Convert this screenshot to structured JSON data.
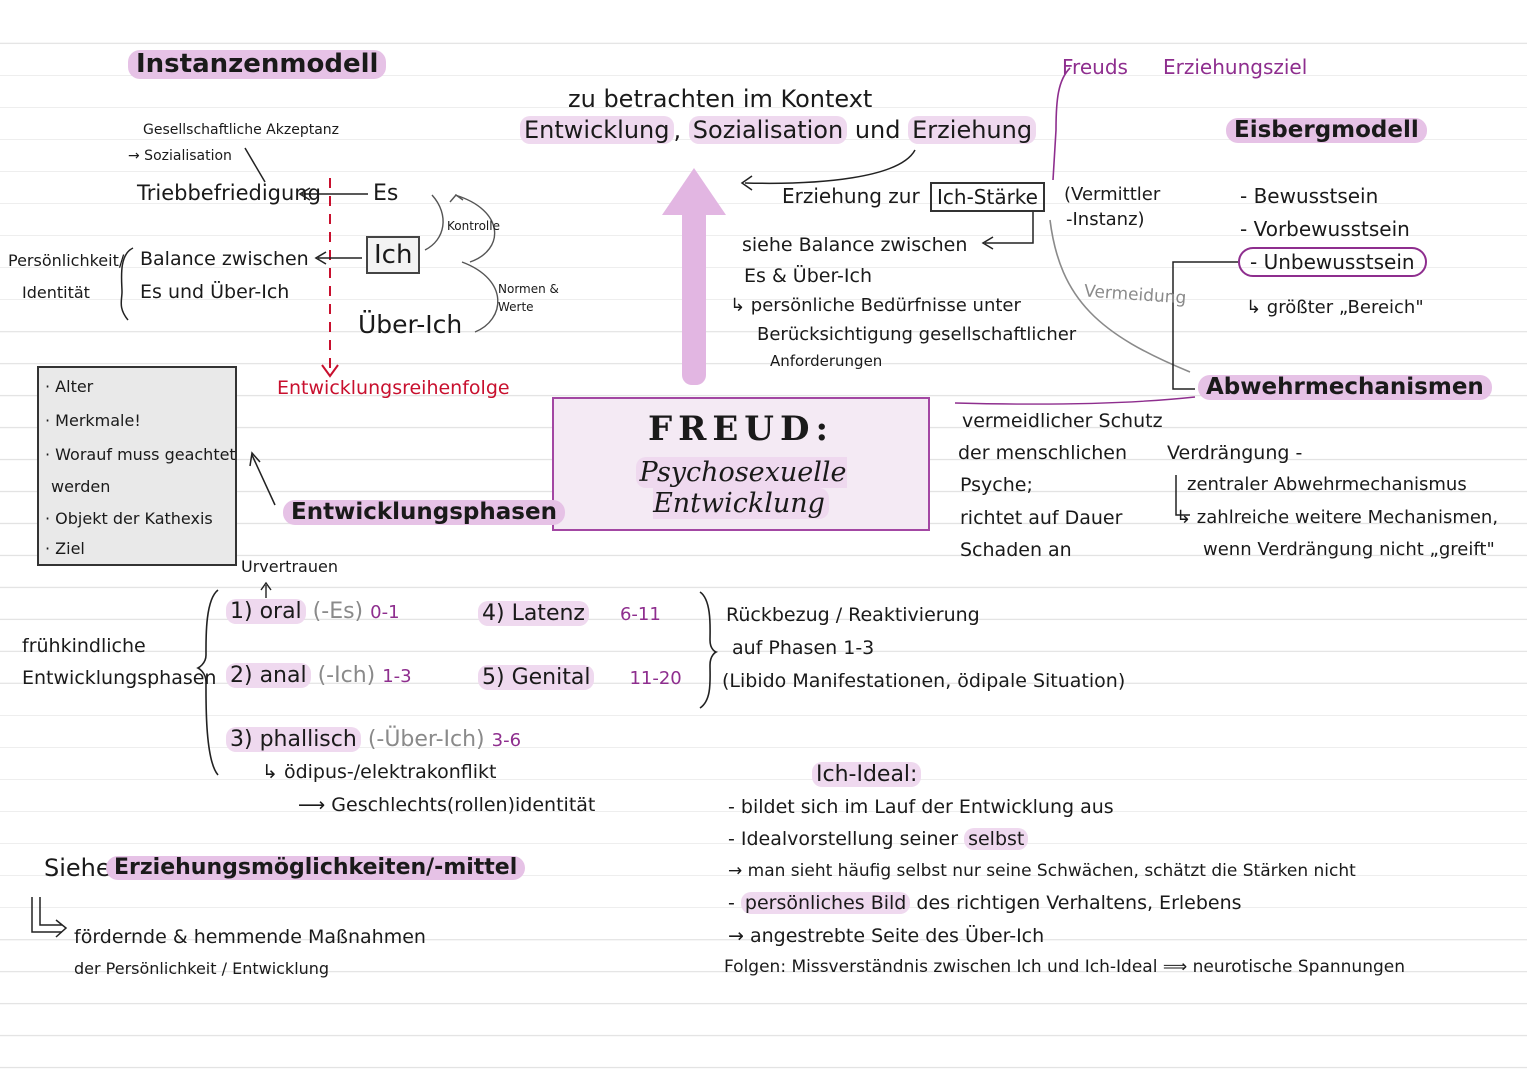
{
  "instanz": {
    "title": "Instanzenmodell",
    "gesellschaft": "Gesellschaftliche Akzeptanz",
    "sozialisation": "→ Sozialisation",
    "trieb": "Triebbefriedigung",
    "es": "Es",
    "ich": "Ich",
    "ueberich": "Über-Ich",
    "kontrolle": "Kontrolle",
    "normen1": "Normen &",
    "normen2": "Werte",
    "pers1": "Persönlichkeit/",
    "pers2": "Identität",
    "balance1": "Balance zwischen",
    "balance2": "Es und Über-Ich",
    "reihenfolge": "Entwicklungsreihenfolge"
  },
  "kontext": {
    "line1": "zu betrachten im Kontext",
    "word1": "Entwicklung",
    "comma": ",",
    "word2": "Sozialisation",
    "und": "und",
    "word3": "Erziehung"
  },
  "freuds": {
    "label1": "Freuds",
    "label2": "Erziehungsziel"
  },
  "erziehung": {
    "pre": "Erziehung zur",
    "boxed": "Ich-Stärke",
    "vermittler1": "(Vermittler",
    "vermittler2": "-Instanz)",
    "siehe1": "siehe Balance zwischen",
    "siehe2": "Es & Über-Ich",
    "pb1": "↳ persönliche Bedürfnisse unter",
    "pb2": "Berücksichtigung gesellschaftlicher",
    "pb3": "Anforderungen",
    "vermeidung": "Vermeidung"
  },
  "eisberg": {
    "title": "Eisbergmodell",
    "items": [
      "- Bewusstsein",
      "- Vorbewusstsein",
      "- Unbewusstsein"
    ],
    "groesster": "↳ größter „Bereich\""
  },
  "box_list": {
    "items": [
      "· Alter",
      "· Merkmale!",
      "· Worauf muss geachtet",
      "werden",
      "· Objekt der Kathexis",
      "· Ziel"
    ]
  },
  "center": {
    "title": "FREUD:",
    "subtitle": "Psychosexuelle Entwicklung"
  },
  "abwehr": {
    "title": "Abwehrmechanismen",
    "left": [
      "vermeidlicher Schutz",
      "der menschlichen",
      "Psyche;",
      "richtet auf Dauer",
      "Schaden an"
    ],
    "v1": "Verdrängung -",
    "v2": "zentraler Abwehrmechanismus",
    "v3": "↳ zahlreiche weitere Mechanismen,",
    "v4": "wenn Verdrängung nicht „greift\""
  },
  "phasen": {
    "title": "Entwicklungsphasen",
    "urvertrauen": "Urvertrauen",
    "fruehkindlich1": "frühkindliche",
    "fruehkindlich2": "Entwicklungsphasen",
    "p1": {
      "label": "1) oral",
      "instance": "(-Es)",
      "age": "0-1"
    },
    "p2": {
      "label": "2) anal",
      "instance": "(-Ich)",
      "age": "1-3"
    },
    "p3": {
      "label": "3) phallisch",
      "instance": "(-Über-Ich)",
      "age": "3-6"
    },
    "p4": {
      "label": "4) Latenz",
      "age": "6-11"
    },
    "p5": {
      "label": "5) Genital",
      "age": "11-20"
    },
    "oedipus": "↳ ödipus-/elektrakonflikt",
    "geschlecht": "⟶ Geschlechts(rollen)identität",
    "rb1": "Rückbezug / Reaktivierung",
    "rb2": "auf Phasen 1-3",
    "rb3": "(Libido Manifestationen, ödipale Situation)"
  },
  "ideal": {
    "title": "Ich-Ideal:",
    "l1": "- bildet sich im Lauf der Entwicklung aus",
    "l2a": "- Idealvorstellung seiner",
    "l2b": "selbst",
    "l3": "→ man sieht häufig selbst nur seine Schwächen, schätzt die Stärken nicht",
    "l4pre": "-",
    "l4a": "persönliches Bild",
    "l4b": "des richtigen Verhaltens, Erlebens",
    "l5": "→ angestrebte Seite des Über-Ich",
    "l6": "Folgen: Missverständnis zwischen Ich und Ich-Ideal ⟹ neurotische Spannungen"
  },
  "siehe": {
    "pre": "Siehe",
    "title": "Erziehungsmöglichkeiten/-mittel",
    "l1": "fördernde & hemmende Maßnahmen",
    "l2": "der Persönlichkeit / Entwicklung"
  }
}
